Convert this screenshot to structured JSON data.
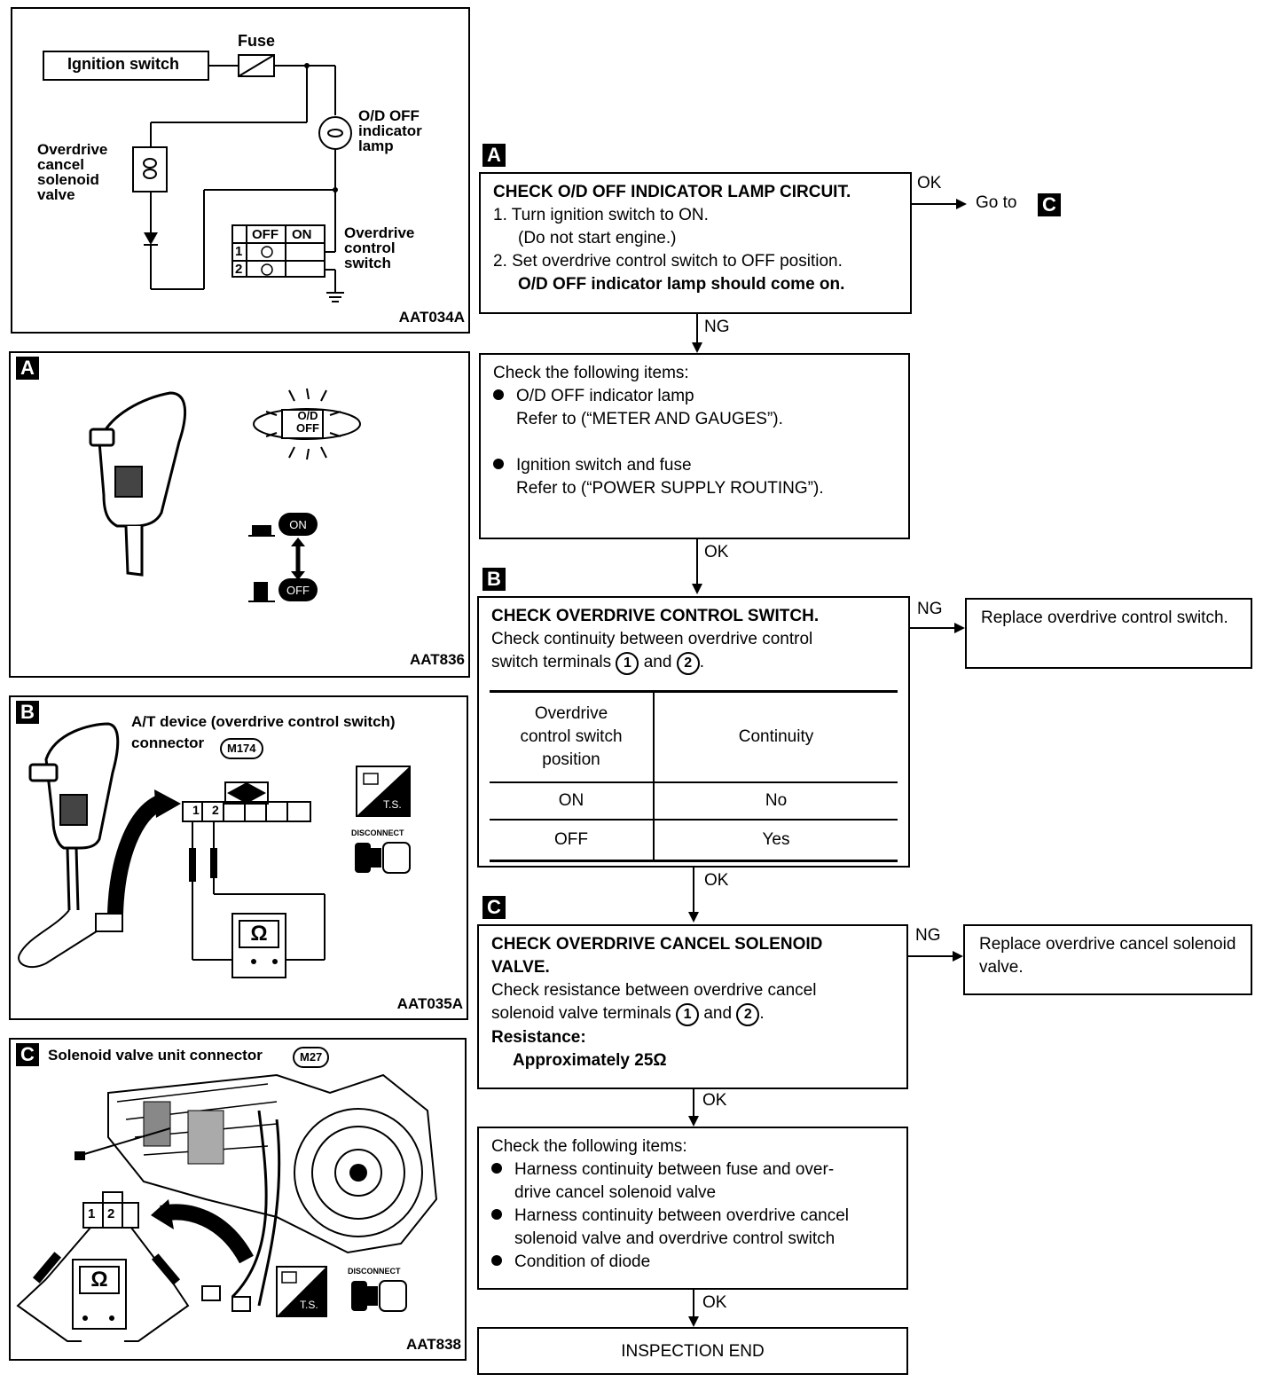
{
  "diagram_wiring": {
    "ignition_switch": "Ignition switch",
    "fuse": "Fuse",
    "od_lamp_1": "O/D OFF",
    "od_lamp_2": "indicator",
    "od_lamp_3": "lamp",
    "solenoid_1": "Overdrive",
    "solenoid_2": "cancel",
    "solenoid_3": "solenoid",
    "solenoid_4": "valve",
    "switch_1": "Overdrive",
    "switch_2": "control",
    "switch_3": "switch",
    "table_off": "OFF",
    "table_on": "ON",
    "row_1": "1",
    "row_2": "2",
    "code": "AAT034A"
  },
  "panel_a": {
    "tag": "A",
    "lamp_top": "O/D",
    "lamp_bottom": "OFF",
    "btn_on": "ON",
    "btn_off": "OFF",
    "code": "AAT836"
  },
  "panel_b": {
    "tag": "B",
    "title_1": "A/T device (overdrive control switch)",
    "title_2": "connector",
    "connector_id": "M174",
    "pin_1": "1",
    "pin_2": "2",
    "ohm": "Ω",
    "ts": "T.S.",
    "disconnect": "DISCONNECT",
    "code": "AAT035A"
  },
  "panel_c": {
    "tag": "C",
    "title": "Solenoid valve unit connector",
    "connector_id": "M27",
    "pin_1": "1",
    "pin_2": "2",
    "ohm": "Ω",
    "ts": "T.S.",
    "disconnect": "DISCONNECT",
    "code": "AAT838"
  },
  "flow": {
    "tag_a": "A",
    "tag_b": "B",
    "tag_c": "C",
    "step_a": {
      "title": "CHECK O/D OFF INDICATOR LAMP CIRCUIT.",
      "l1": "1.  Turn ignition switch to ON.",
      "l2": "(Do not start engine.)",
      "l3": "2.  Set overdrive control switch to OFF position.",
      "l4": "O/D OFF indicator lamp should come on."
    },
    "ok_a": "OK",
    "goto": "Go to",
    "goto_tag": "C",
    "ng_a": "NG",
    "check_1": {
      "heading": "Check the following items:",
      "item1": "O/D OFF indicator lamp",
      "item1_ref": "Refer to  (“METER AND GAUGES”).",
      "item2": "Ignition switch and fuse",
      "item2_ref": "Refer to  (“POWER SUPPLY ROUTING”)."
    },
    "ok_1": "OK",
    "step_b": {
      "title": "CHECK OVERDRIVE CONTROL SWITCH.",
      "l1": "Check continuity between overdrive control",
      "l2a": "switch terminals",
      "t1": "1",
      "and": "and",
      "t2": "2",
      "table_head_1a": "Overdrive",
      "table_head_1b": "control switch",
      "table_head_1c": "position",
      "table_head_2": "Continuity",
      "row1_pos": "ON",
      "row1_val": "No",
      "row2_pos": "OFF",
      "row2_val": "Yes"
    },
    "ng_b": "NG",
    "replace_b": "Replace overdrive control switch.",
    "ok_b": "OK",
    "step_c": {
      "title": "CHECK OVERDRIVE CANCEL SOLENOID VALVE.",
      "l1": "Check resistance between overdrive cancel",
      "l2a": "solenoid valve terminals",
      "t1": "1",
      "and": "and",
      "t2": "2",
      "res_label": "Resistance:",
      "res_value": "Approximately 25Ω"
    },
    "ng_c": "NG",
    "replace_c": "Replace overdrive cancel solenoid valve.",
    "ok_c": "OK",
    "check_2": {
      "heading": "Check the following items:",
      "item1a": "Harness continuity between fuse and over-",
      "item1b": "drive cancel solenoid valve",
      "item2a": "Harness continuity between overdrive cancel",
      "item2b": "solenoid valve and overdrive control switch",
      "item3": "Condition of diode"
    },
    "ok_2": "OK",
    "end": "INSPECTION END"
  }
}
